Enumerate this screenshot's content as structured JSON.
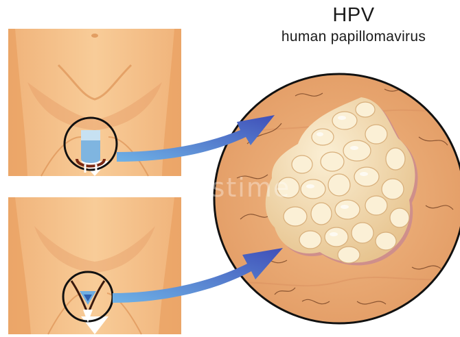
{
  "header": {
    "title": "HPV",
    "subtitle": "human papillomavirus"
  },
  "watermark": "dreamstime",
  "colors": {
    "skin_light": "#f6c38c",
    "skin_mid": "#eea86a",
    "skin_shadow": "#d98a4c",
    "outline": "#111111",
    "arrow": "#4a5fc1",
    "lesion": "#f3dcb0",
    "lesion_shadow": "#c98a86",
    "circle_bg": "#e8a772"
  },
  "icons": [
    "magnifier-circle-icon",
    "arrow-icon",
    "wart-cluster-icon"
  ]
}
